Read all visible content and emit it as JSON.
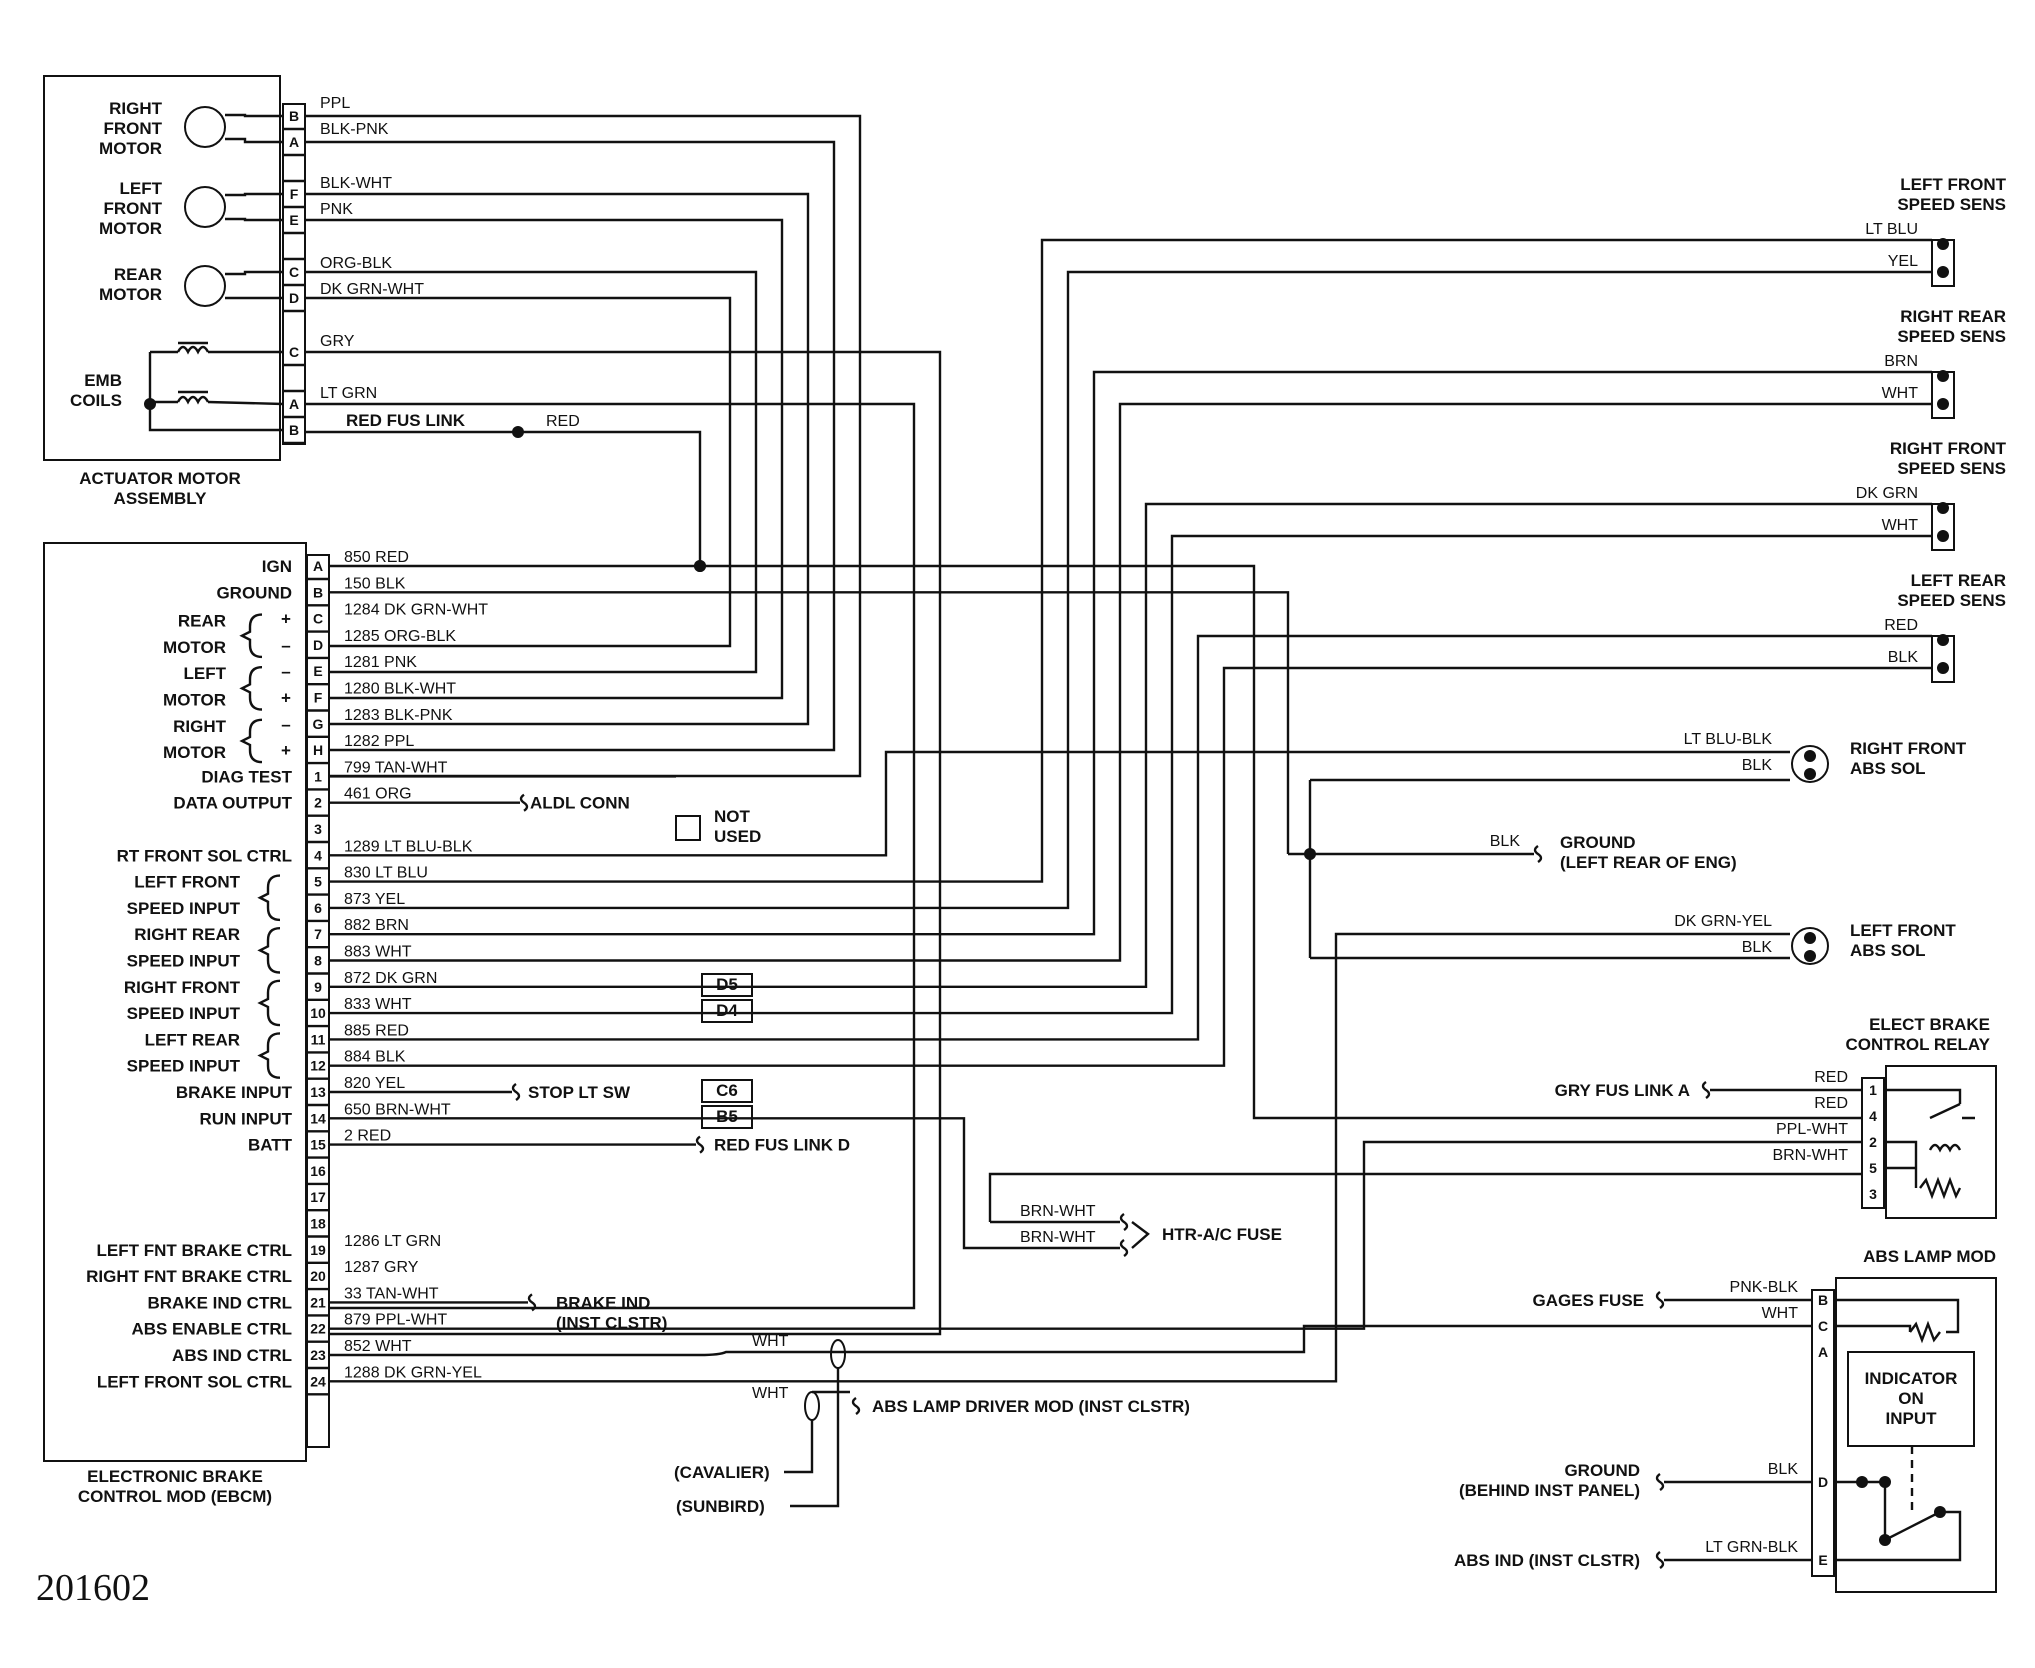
{
  "components": {
    "actuator": {
      "lines": [
        "ACTUATOR MOTOR",
        "ASSEMBLY"
      ]
    },
    "ebcm": {
      "lines": [
        "ELECTRONIC BRAKE",
        "CONTROL MOD (EBCM)"
      ]
    },
    "right_front_motor": [
      "RIGHT",
      "FRONT",
      "MOTOR"
    ],
    "left_front_motor": [
      "LEFT",
      "FRONT",
      "MOTOR"
    ],
    "rear_motor": [
      "REAR",
      "MOTOR"
    ],
    "emb_coils": [
      "EMB",
      "COILS"
    ],
    "not_used": [
      "NOT",
      "USED"
    ],
    "relay": [
      "ELECT BRAKE",
      "CONTROL RELAY"
    ],
    "abs_lamp_mod": "ABS LAMP MOD",
    "indicator": [
      "INDICATOR",
      "ON",
      "INPUT"
    ],
    "diode_labels": [
      "D5",
      "D4",
      "C6",
      "B5"
    ]
  },
  "actuator_pins": [
    "B",
    "A",
    "",
    "F",
    "E",
    "",
    "C",
    "D",
    "C",
    "",
    "A",
    "B"
  ],
  "actuator_wires": [
    {
      "pin": "B",
      "color": "PPL"
    },
    {
      "pin": "A",
      "color": "BLK-PNK"
    },
    {
      "pin": "",
      "color": "BLK-WHT"
    },
    {
      "pin": "F",
      "color": "PNK"
    },
    {
      "pin": "C",
      "color": "ORG-BLK"
    },
    {
      "pin": "D",
      "color": "DK GRN-WHT"
    },
    {
      "pin": "C",
      "color": "GRY"
    },
    {
      "pin": "",
      "color": "LT GRN"
    },
    {
      "pin": "B",
      "color": "RED FUS LINK"
    },
    {
      "pin": "B",
      "color": "RED"
    }
  ],
  "ebcm_pins": [
    {
      "pin": "A",
      "wire": "850 RED",
      "label": "IGN"
    },
    {
      "pin": "B",
      "wire": "150 BLK",
      "label": "GROUND"
    },
    {
      "pin": "C",
      "wire": "1284 DK GRN-WHT",
      "label": "REAR",
      "sign": "+"
    },
    {
      "pin": "D",
      "wire": "1285 ORG-BLK",
      "label": "MOTOR",
      "sign": "–"
    },
    {
      "pin": "E",
      "wire": "1281 PNK",
      "label": "LEFT",
      "sign": "–"
    },
    {
      "pin": "F",
      "wire": "1280 BLK-WHT",
      "label": "MOTOR",
      "sign": "+"
    },
    {
      "pin": "G",
      "wire": "1283 BLK-PNK",
      "label": "RIGHT",
      "sign": "–"
    },
    {
      "pin": "H",
      "wire": "1282 PPL",
      "label": "MOTOR",
      "sign": "+"
    },
    {
      "pin": "1",
      "wire": "799 TAN-WHT",
      "label": "DIAG TEST"
    },
    {
      "pin": "2",
      "wire": "461 ORG",
      "label": "DATA OUTPUT"
    },
    {
      "pin": "3",
      "wire": "",
      "label": ""
    },
    {
      "pin": "4",
      "wire": "1289 LT BLU-BLK",
      "label": "RT FRONT SOL CTRL"
    },
    {
      "pin": "5",
      "wire": "830 LT BLU",
      "label": "LEFT FRONT"
    },
    {
      "pin": "6",
      "wire": "873 YEL",
      "label": "SPEED INPUT"
    },
    {
      "pin": "7",
      "wire": "882 BRN",
      "label": "RIGHT REAR"
    },
    {
      "pin": "8",
      "wire": "883 WHT",
      "label": "SPEED INPUT"
    },
    {
      "pin": "9",
      "wire": "872 DK GRN",
      "label": "RIGHT FRONT"
    },
    {
      "pin": "10",
      "wire": "833 WHT",
      "label": "SPEED INPUT"
    },
    {
      "pin": "11",
      "wire": "885 RED",
      "label": "LEFT REAR"
    },
    {
      "pin": "12",
      "wire": "884 BLK",
      "label": "SPEED INPUT"
    },
    {
      "pin": "13",
      "wire": "820 YEL",
      "label": "BRAKE INPUT"
    },
    {
      "pin": "14",
      "wire": "650 BRN-WHT",
      "label": "RUN INPUT"
    },
    {
      "pin": "15",
      "wire": "2 RED",
      "label": "BATT"
    },
    {
      "pin": "16",
      "wire": "",
      "label": ""
    },
    {
      "pin": "17",
      "wire": "",
      "label": ""
    },
    {
      "pin": "18",
      "wire": "",
      "label": ""
    },
    {
      "pin": "19",
      "wire": "1286 LT GRN",
      "label": "LEFT FNT BRAKE CTRL"
    },
    {
      "pin": "20",
      "wire": "1287 GRY",
      "label": "RIGHT FNT BRAKE CTRL"
    },
    {
      "pin": "21",
      "wire": "33 TAN-WHT",
      "label": "BRAKE IND CTRL"
    },
    {
      "pin": "22",
      "wire": "879 PPL-WHT",
      "label": "ABS ENABLE CTRL"
    },
    {
      "pin": "23",
      "wire": "852 WHT",
      "label": "ABS IND CTRL"
    },
    {
      "pin": "24",
      "wire": "1288 DK GRN-YEL",
      "label": "LEFT FRONT SOL CTRL"
    }
  ],
  "sensors": [
    {
      "name": [
        "LEFT FRONT",
        "SPEED SENS"
      ],
      "wires": [
        "LT BLU",
        "YEL"
      ]
    },
    {
      "name": [
        "RIGHT REAR",
        "SPEED SENS"
      ],
      "wires": [
        "BRN",
        "WHT"
      ]
    },
    {
      "name": [
        "RIGHT FRONT",
        "SPEED SENS"
      ],
      "wires": [
        "DK GRN",
        "WHT"
      ]
    },
    {
      "name": [
        "LEFT REAR",
        "SPEED SENS"
      ],
      "wires": [
        "RED",
        "BLK"
      ]
    }
  ],
  "solenoids": [
    {
      "name": [
        "RIGHT FRONT",
        "ABS SOL"
      ],
      "wires": [
        "LT BLU-BLK",
        "BLK"
      ]
    },
    {
      "name": [
        "LEFT FRONT",
        "ABS SOL"
      ],
      "wires": [
        "DK GRN-YEL",
        "BLK"
      ]
    }
  ],
  "ground_eng": {
    "wire": "BLK",
    "label": [
      "GROUND",
      "(LEFT REAR OF ENG)"
    ]
  },
  "relay_pins": [
    {
      "pin": "1",
      "wire": "RED"
    },
    {
      "pin": "4",
      "wire": "RED"
    },
    {
      "pin": "2",
      "wire": "PPL-WHT"
    },
    {
      "pin": "5",
      "wire": "BRN-WHT"
    },
    {
      "pin": "3",
      "wire": ""
    }
  ],
  "lamp_pins": [
    {
      "pin": "B",
      "wire": "PNK-BLK"
    },
    {
      "pin": "C",
      "wire": "WHT"
    },
    {
      "pin": "A",
      "wire": ""
    },
    {
      "pin": "D",
      "wire": "BLK"
    },
    {
      "pin": "E",
      "wire": "LT GRN-BLK"
    }
  ],
  "connectors": {
    "aldl": "ALDL CONN",
    "stop_lt": "STOP LT SW",
    "red_fus_link_d": "RED FUS LINK D",
    "htr_fuse": "HTR-A/C FUSE",
    "htr_wires": [
      "BRN-WHT",
      "BRN-WHT"
    ],
    "gry_fus_link_a": "GRY FUS LINK A",
    "gages_fuse": "GAGES FUSE",
    "brake_ind": [
      "BRAKE IND",
      "(INST CLSTR)"
    ],
    "abs_lamp_driver": "ABS LAMP DRIVER MOD (INST CLSTR)",
    "wht_labels": [
      "WHT",
      "WHT"
    ],
    "cavalier": "(CAVALIER)",
    "sunbird": "(SUNBIRD)",
    "ground_inst": [
      "GROUND",
      "(BEHIND INST PANEL)"
    ],
    "abs_ind": "ABS IND (INST CLSTR)"
  },
  "figure_number": "201602"
}
